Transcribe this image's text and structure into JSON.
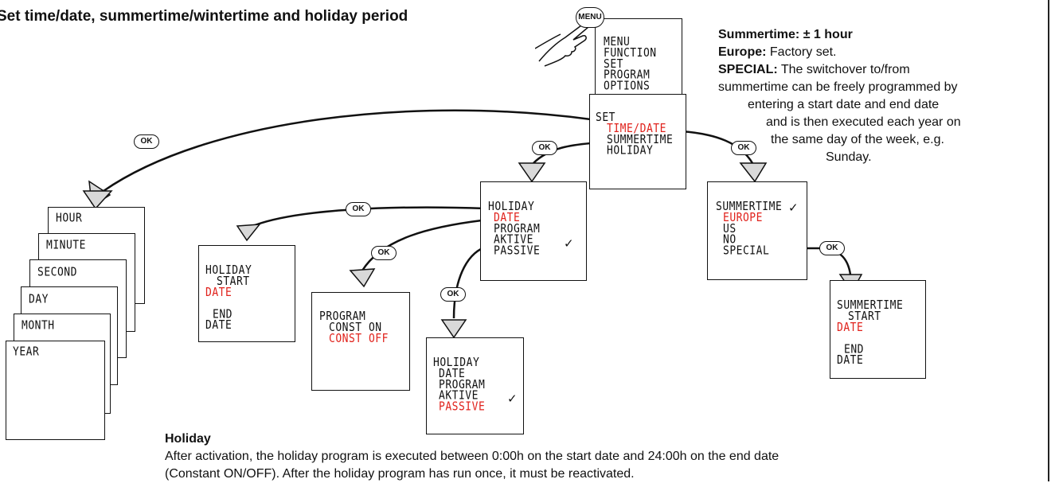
{
  "title": "Set time/date, summertime/wintertime and holiday period",
  "menu_button": "MENU",
  "ok_label": "OK",
  "check_mark": "✓",
  "menu_screen": {
    "lines": [
      "MENU",
      "FUNCTION",
      "SET",
      "PROGRAM",
      "OPTIONS"
    ]
  },
  "set_screen": {
    "header": "SET",
    "item1": "TIME/DATE",
    "item2": "SUMMERTIME",
    "item3": "HOLIDAY"
  },
  "time_stack": [
    "HOUR",
    "MINUTE",
    "SECOND",
    "DAY",
    "MONTH",
    "YEAR"
  ],
  "holiday_screen": {
    "header": "HOLIDAY",
    "item1": "DATE",
    "item2": "PROGRAM",
    "item3": "AKTIVE",
    "item4": "PASSIVE"
  },
  "holiday_date_screen": {
    "line1": "HOLIDAY",
    "line2": "START",
    "line3": "DATE",
    "line4": "END",
    "line5": "DATE"
  },
  "program_screen": {
    "line1": "PROGRAM",
    "line2": "CONST ON",
    "line3": "CONST OFF"
  },
  "holiday_passive_screen": {
    "line1": "HOLIDAY",
    "line2": "DATE",
    "line3": "PROGRAM",
    "line4": "AKTIVE",
    "line5": "PASSIVE"
  },
  "summertime_screen": {
    "header": "SUMMERTIME",
    "item1": "EUROPE",
    "item2": "US",
    "item3": "NO",
    "item4": "SPECIAL"
  },
  "summertime_date_screen": {
    "line1": "SUMMERTIME",
    "line2": "START",
    "line3": "DATE",
    "line4": "END",
    "line5": "DATE"
  },
  "summertime_note": {
    "heading": "Summertime: ± 1 hour",
    "europe_label": "Europe:",
    "europe_text": " Factory set.",
    "special_label": "SPECIAL:",
    "special_text": " The switchover to/from",
    "line4": "summertime can be freely programmed by",
    "line5": "entering a start date and end date",
    "line6": "and is then executed each year on",
    "line7": "the same day of the week, e.g.",
    "line8": "Sunday."
  },
  "holiday_note": {
    "heading": "Holiday",
    "line1": "After activation, the holiday program is executed between 0:00h on the start date and 24:00h on the end date",
    "line2": "(Constant ON/OFF). After the holiday program has run once, it must be reactivated."
  },
  "colors": {
    "highlight": "#e0221c",
    "ink": "#111111",
    "arrow_fill": "#d9d9d9"
  }
}
